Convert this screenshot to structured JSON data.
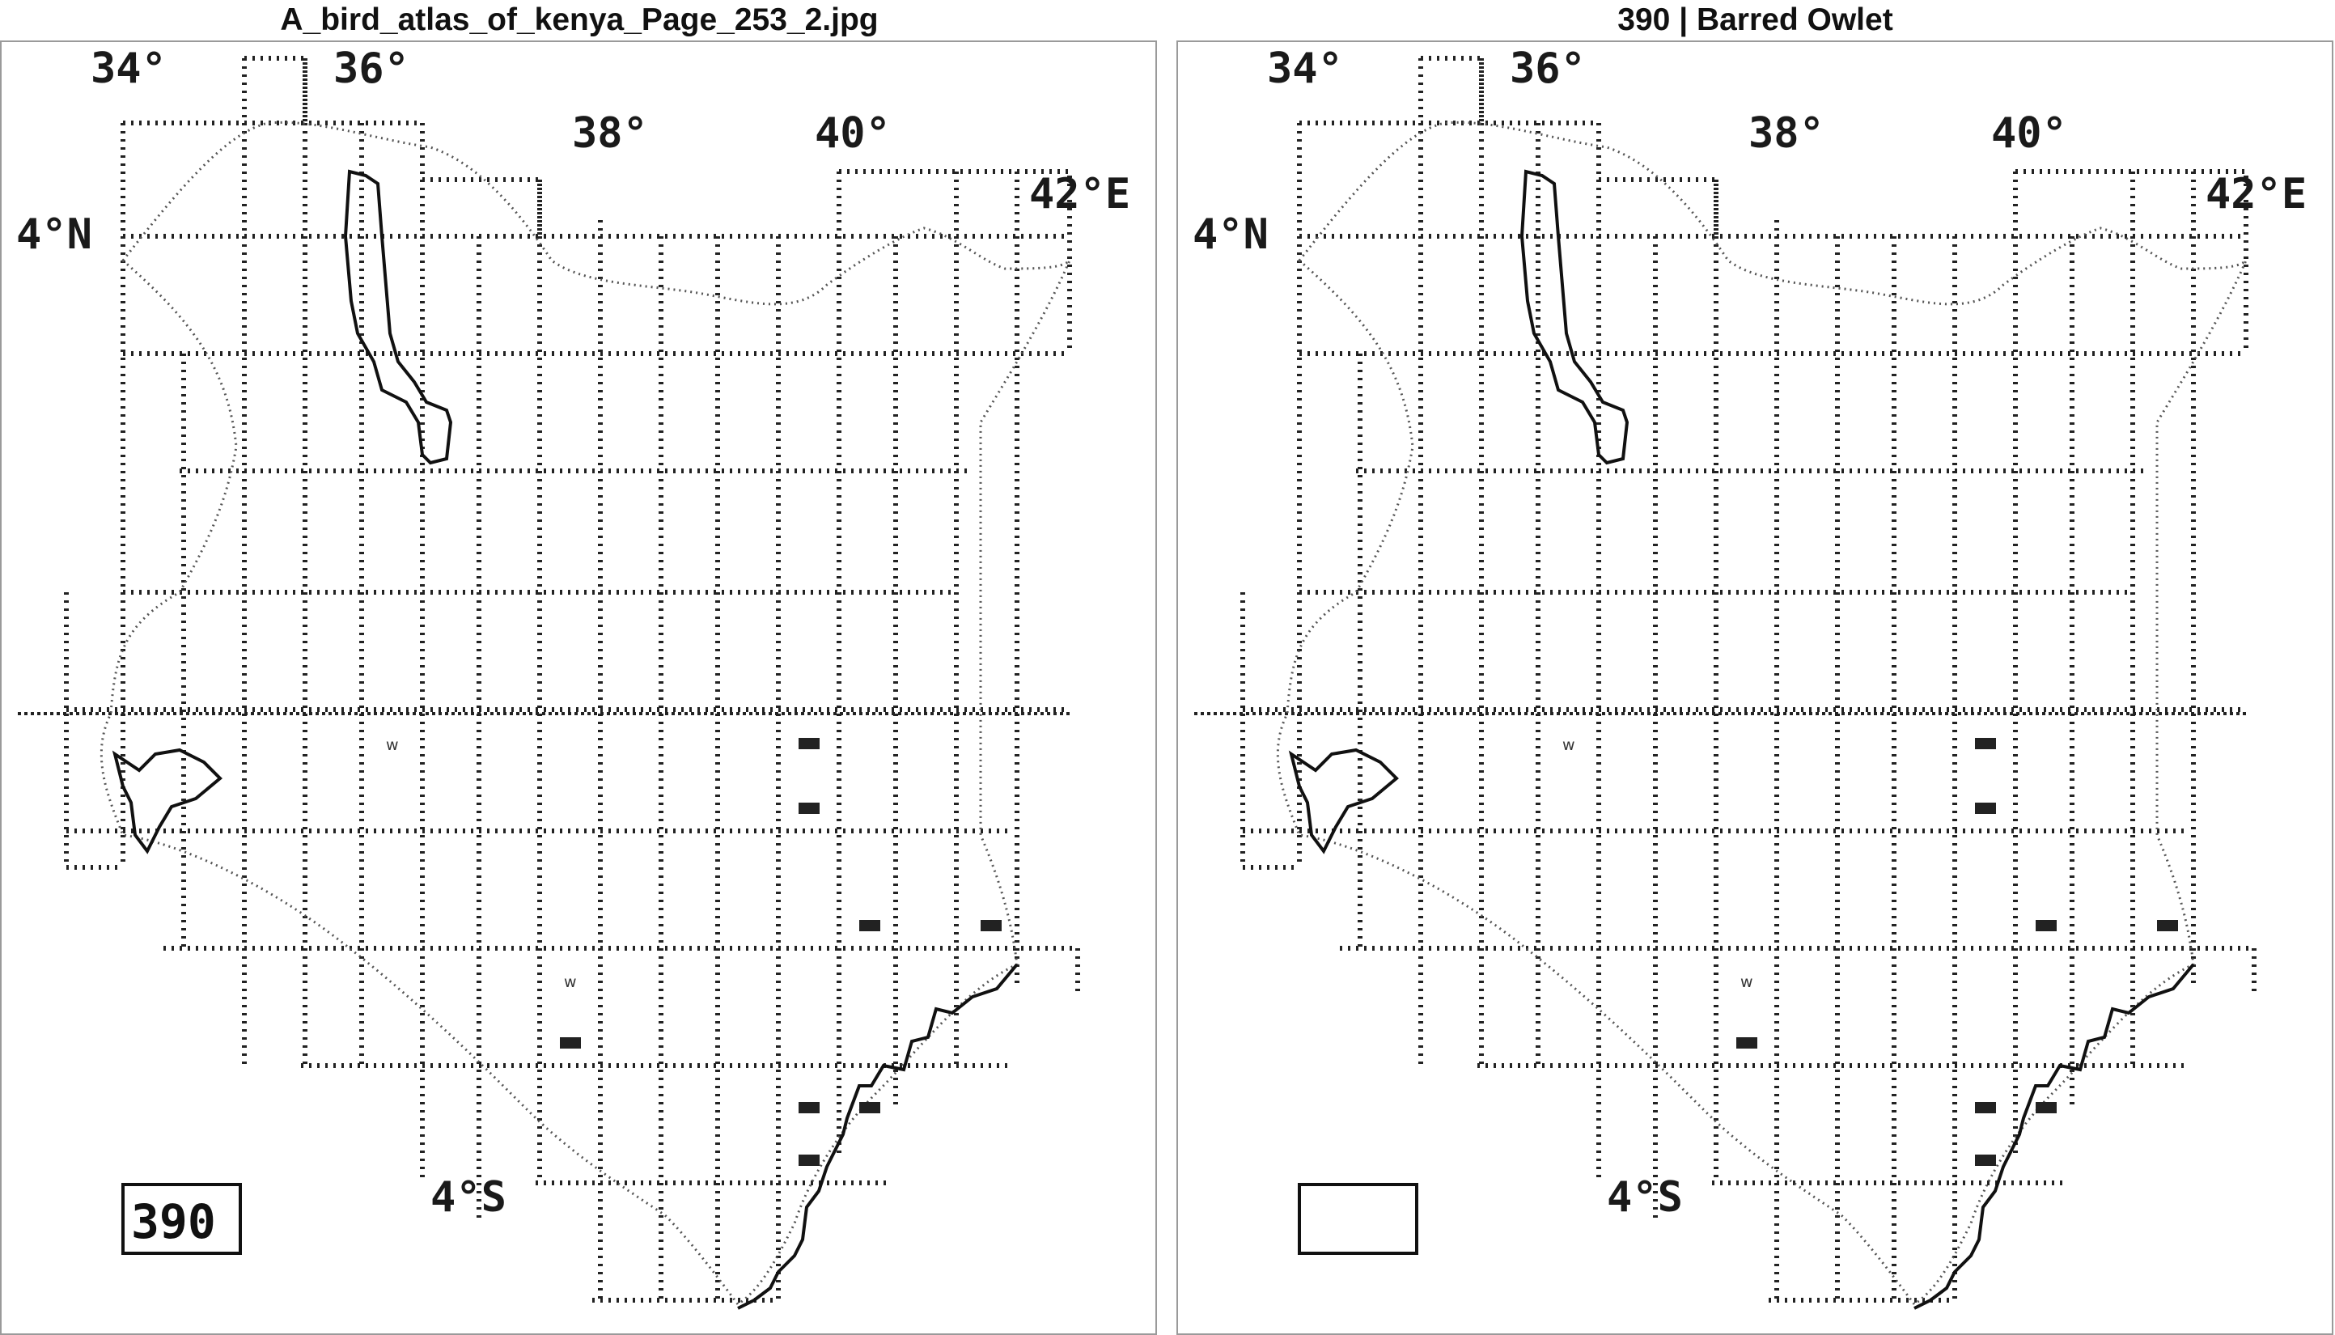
{
  "left_title": "A_bird_atlas_of_kenya_Page_253_2.jpg",
  "right_title": "390 | Barred Owlet",
  "map_labels": {
    "lon_34": "34°",
    "lon_36": "36°",
    "lon_38": "38°",
    "lon_40": "40°",
    "lon_42": "42°E",
    "lat_4n": "4°N",
    "lat_4s": "4°S",
    "wintering_mark": "w"
  },
  "species_number": "390"
}
